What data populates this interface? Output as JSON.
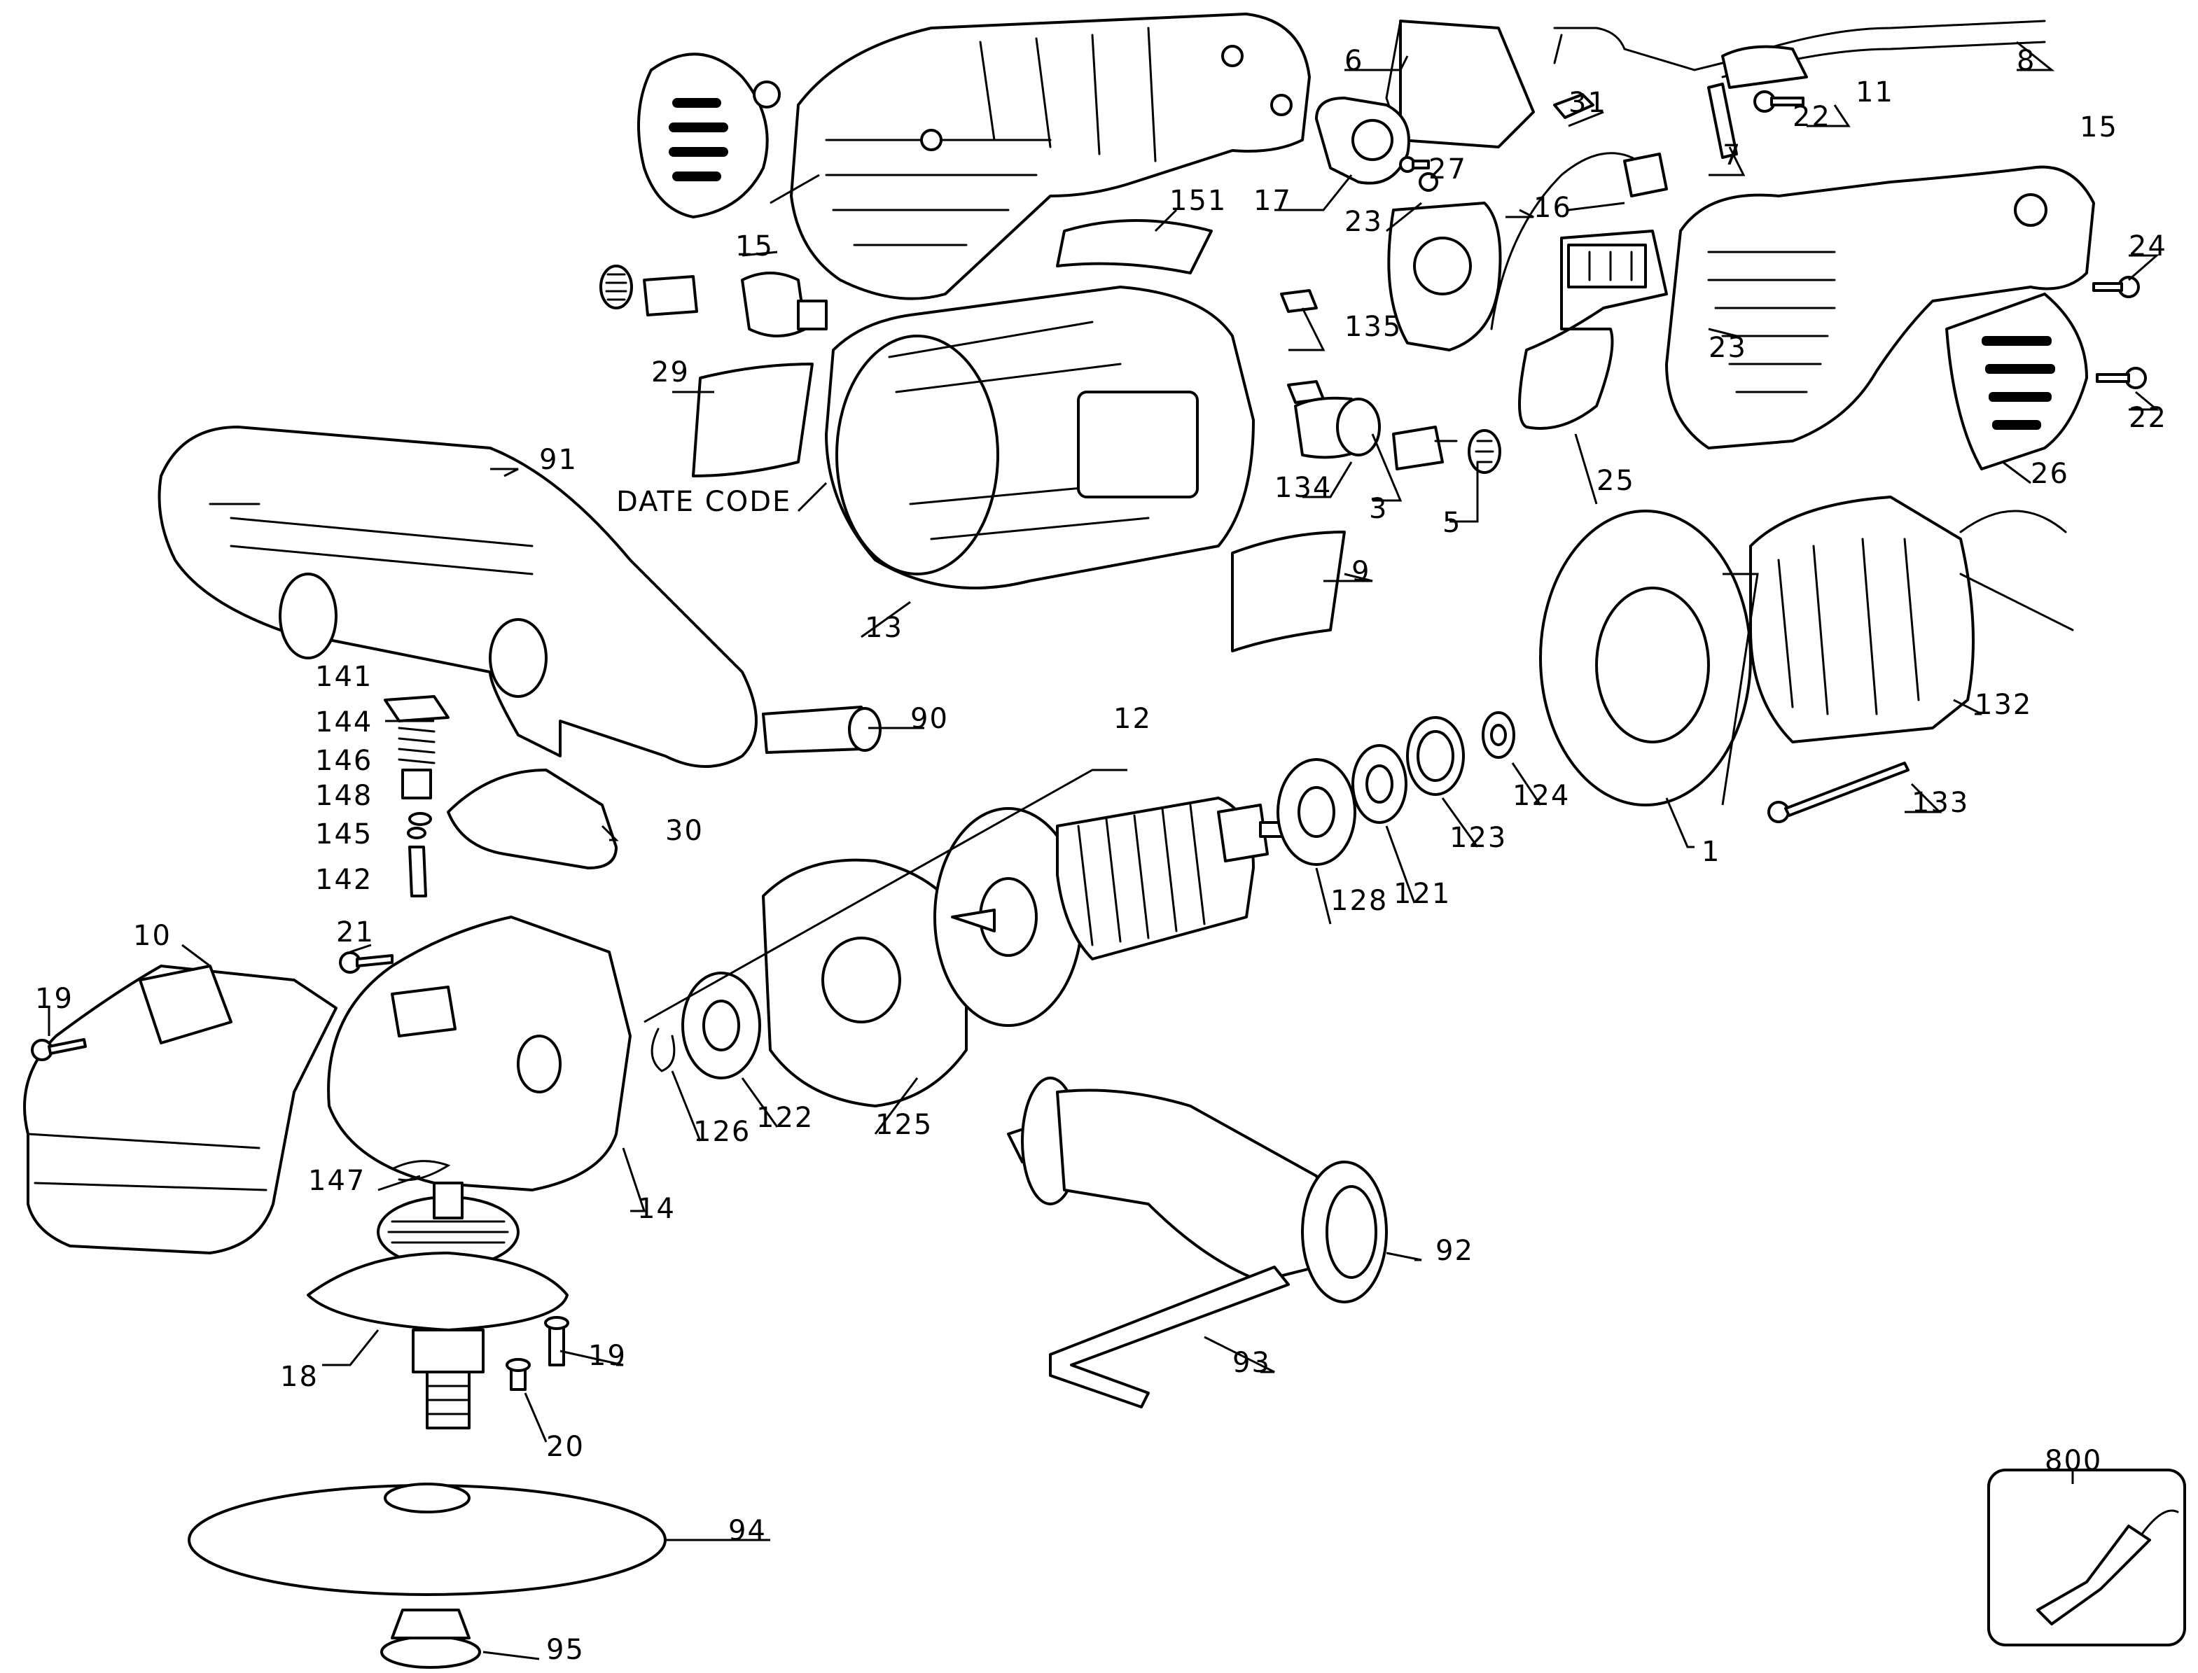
{
  "diagram": {
    "labels": {
      "l1": "1",
      "l3": "3",
      "l5": "5",
      "l6": "6",
      "l7": "7",
      "l8": "8",
      "l9": "9",
      "l10": "10",
      "l11": "11",
      "l12": "12",
      "l13": "13",
      "l14": "14",
      "l15a": "15",
      "l15b": "15",
      "l16": "16",
      "l17": "17",
      "l18": "18",
      "l19a": "19",
      "l19b": "19",
      "l20": "20",
      "l21": "21",
      "l22a": "22",
      "l22b": "22",
      "l23a": "23",
      "l23b": "23",
      "l24": "24",
      "l25": "25",
      "l26": "26",
      "l27": "27",
      "l29": "29",
      "l30": "30",
      "l31": "31",
      "l90": "90",
      "l91": "91",
      "l92": "92",
      "l93": "93",
      "l94": "94",
      "l95": "95",
      "l121": "121",
      "l122": "122",
      "l123": "123",
      "l124": "124",
      "l125": "125",
      "l126": "126",
      "l128": "128",
      "l132": "132",
      "l133": "133",
      "l134": "134",
      "l135": "135",
      "l141": "141",
      "l142": "142",
      "l144": "144",
      "l145": "145",
      "l146": "146",
      "l147": "147",
      "l148": "148",
      "l151": "151",
      "l800": "800",
      "date_code": "DATE CODE"
    }
  }
}
